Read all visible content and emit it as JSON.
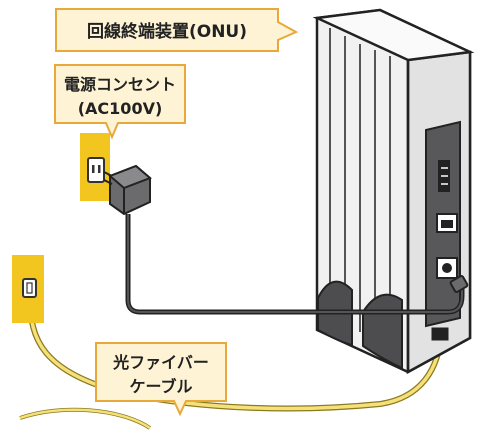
{
  "labels": {
    "onu": "回線終端装置(ONU)",
    "outlet_line1": "電源コンセント",
    "outlet_line2": "(AC100V)",
    "fiber_line1": "光ファイバー",
    "fiber_line2": "ケーブル"
  },
  "colors": {
    "callout_fill": "#fef4d5",
    "callout_stroke": "#e8a93a",
    "wall_plate": "#f2c61f",
    "fiber_cable": "#f5e07a",
    "power_cable": "#333333",
    "device_body": "#f1f1f1",
    "device_panel": "#58585a",
    "adapter": "#6b6b6d",
    "stand": "#4d4d4f"
  },
  "icons": {
    "power_outlet": "outlet-icon",
    "ac_adapter": "adapter-icon",
    "fiber_socket": "fiber-socket-icon",
    "onu_device": "onu-device-icon",
    "lan_port": "lan-port-icon",
    "dc_port": "dc-port-icon"
  }
}
